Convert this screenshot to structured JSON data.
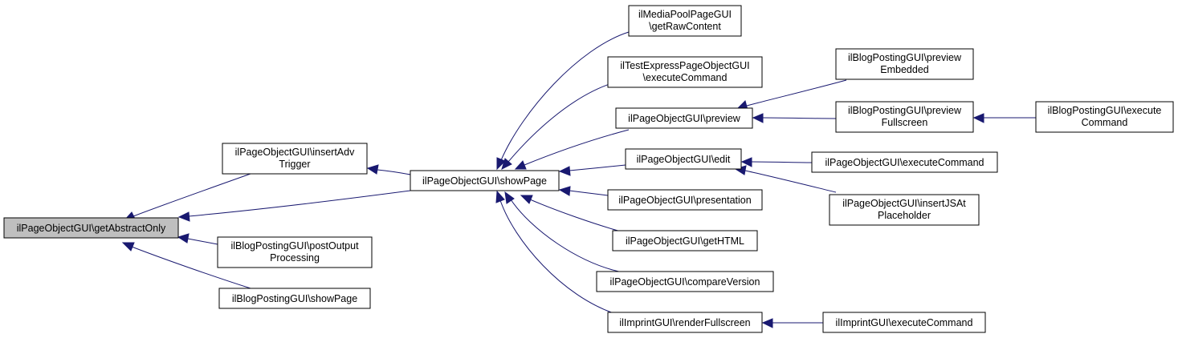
{
  "colors": {
    "edge": "#191970",
    "root_fill": "#bfbfbf",
    "node_fill": "#ffffff",
    "border": "#000000"
  },
  "nodes": {
    "getAbstractOnly": [
      "ilPageObjectGUI\\getAbstractOnly"
    ],
    "insertAdvTrigger": [
      "ilPageObjectGUI\\insertAdv",
      "Trigger"
    ],
    "showPage": [
      "ilPageObjectGUI\\showPage"
    ],
    "blogPostOutput": [
      "ilBlogPostingGUI\\postOutput",
      "Processing"
    ],
    "blogShowPage": [
      "ilBlogPostingGUI\\showPage"
    ],
    "mediaPoolRaw": [
      "ilMediaPoolPageGUI",
      "\\getRawContent"
    ],
    "testExpressExec": [
      "ilTestExpressPageObjectGUI",
      "\\executeCommand"
    ],
    "preview": [
      "ilPageObjectGUI\\preview"
    ],
    "edit": [
      "ilPageObjectGUI\\edit"
    ],
    "presentation": [
      "ilPageObjectGUI\\presentation"
    ],
    "getHTML": [
      "ilPageObjectGUI\\getHTML"
    ],
    "compareVersion": [
      "ilPageObjectGUI\\compareVersion"
    ],
    "renderFullscreen": [
      "ilImprintGUI\\renderFullscreen"
    ],
    "blogPreviewEmbedded": [
      "ilBlogPostingGUI\\preview",
      "Embedded"
    ],
    "blogPreviewFullscreen": [
      "ilBlogPostingGUI\\preview",
      "Fullscreen"
    ],
    "executeCommand": [
      "ilPageObjectGUI\\executeCommand"
    ],
    "insertJSAt": [
      "ilPageObjectGUI\\insertJSAt",
      "Placeholder"
    ],
    "imprintExec": [
      "ilImprintGUI\\executeCommand"
    ],
    "blogExec": [
      "ilBlogPostingGUI\\execute",
      "Command"
    ]
  }
}
